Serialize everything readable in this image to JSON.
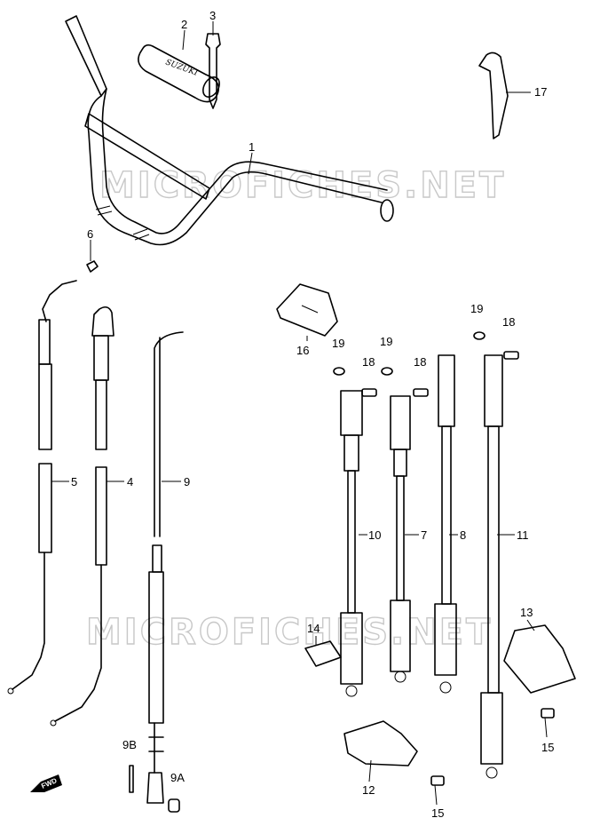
{
  "watermark": {
    "text": "MICROFICHES.NET"
  },
  "grip_text": "SUZUKI",
  "fwd_text": "FWD",
  "labels": {
    "p1": "1",
    "p2": "2",
    "p3": "3",
    "p4": "4",
    "p5": "5",
    "p6": "6",
    "p7": "7",
    "p8": "8",
    "p9": "9",
    "p9a": "9A",
    "p9b": "9B",
    "p10": "10",
    "p11": "11",
    "p12": "12",
    "p13": "13",
    "p14": "14",
    "p15a": "15",
    "p15b": "15",
    "p16": "16",
    "p17": "17",
    "p18a": "18",
    "p18b": "18",
    "p18c": "18",
    "p19a": "19",
    "p19b": "19",
    "p19c": "19"
  }
}
